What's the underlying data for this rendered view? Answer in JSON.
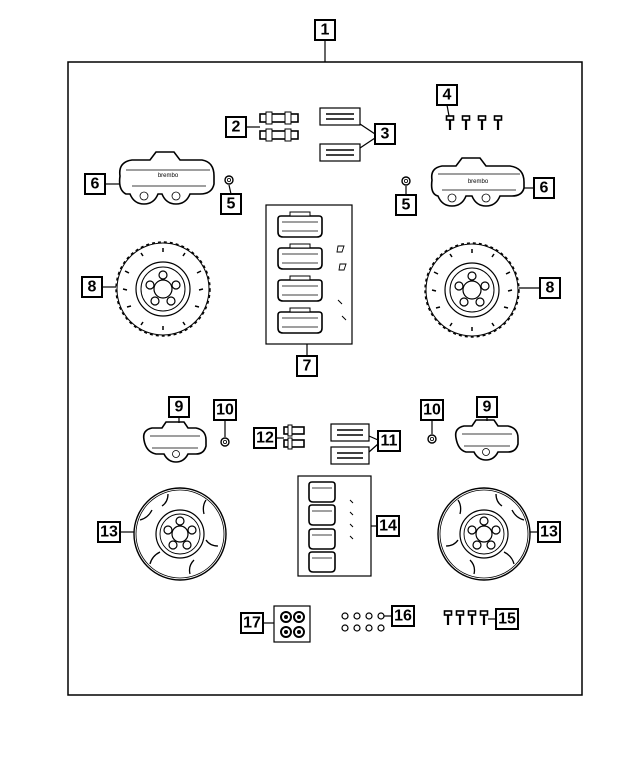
{
  "diagram": {
    "callouts": {
      "c1": "1",
      "c2": "2",
      "c3": "3",
      "c4": "4",
      "c5a": "5",
      "c5b": "5",
      "c6a": "6",
      "c6b": "6",
      "c7": "7",
      "c8a": "8",
      "c8b": "8",
      "c9a": "9",
      "c9b": "9",
      "c10a": "10",
      "c10b": "10",
      "c11": "11",
      "c12": "12",
      "c13a": "13",
      "c13b": "13",
      "c14": "14",
      "c15": "15",
      "c16": "16",
      "c17": "17"
    },
    "brand_marking": "brembo"
  },
  "colors": {
    "ink": "#000000",
    "paper": "#ffffff"
  }
}
